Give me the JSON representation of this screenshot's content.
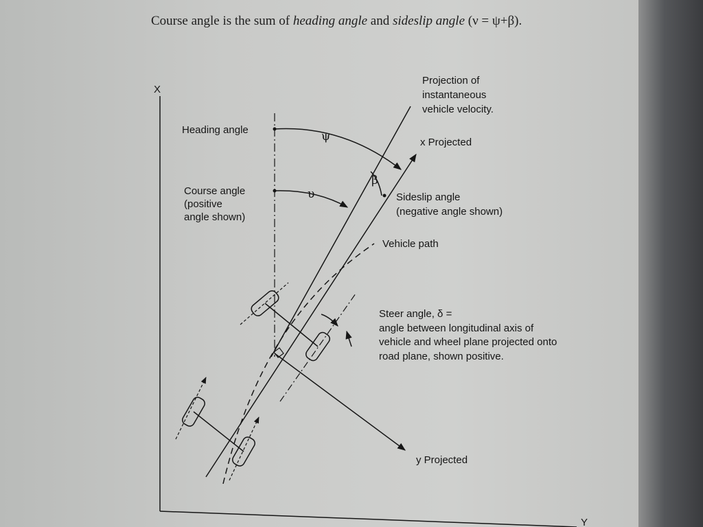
{
  "caption": {
    "prefix": "Course angle is the sum of ",
    "heading": "heading angle",
    "mid": " and ",
    "sideslip": "sideslip angle",
    "formula": " (ν = ψ+β)."
  },
  "axes": {
    "x_axis": "X",
    "y_axis": "Y"
  },
  "labels": {
    "projection_l1": "Projection of",
    "projection_l2": "instantaneous",
    "projection_l3": "vehicle velocity.",
    "x_projected": "x Projected",
    "heading_angle": "Heading angle",
    "psi": "ψ",
    "beta": "β",
    "nu": "υ",
    "course_l1": "Course angle",
    "course_l2": "(positive",
    "course_l3": "angle shown)",
    "sideslip_l1": "Sideslip angle",
    "sideslip_l2": "(negative angle shown)",
    "vehicle_path": "Vehicle path",
    "steer_l1": "Steer angle, δ =",
    "steer_l2": "angle between longitudinal axis of",
    "steer_l3": "vehicle and wheel plane projected onto",
    "steer_l4": "road plane, shown positive.",
    "y_projected": "y Projected"
  },
  "colors": {
    "ink": "#161616",
    "paper": "#cbccca"
  }
}
